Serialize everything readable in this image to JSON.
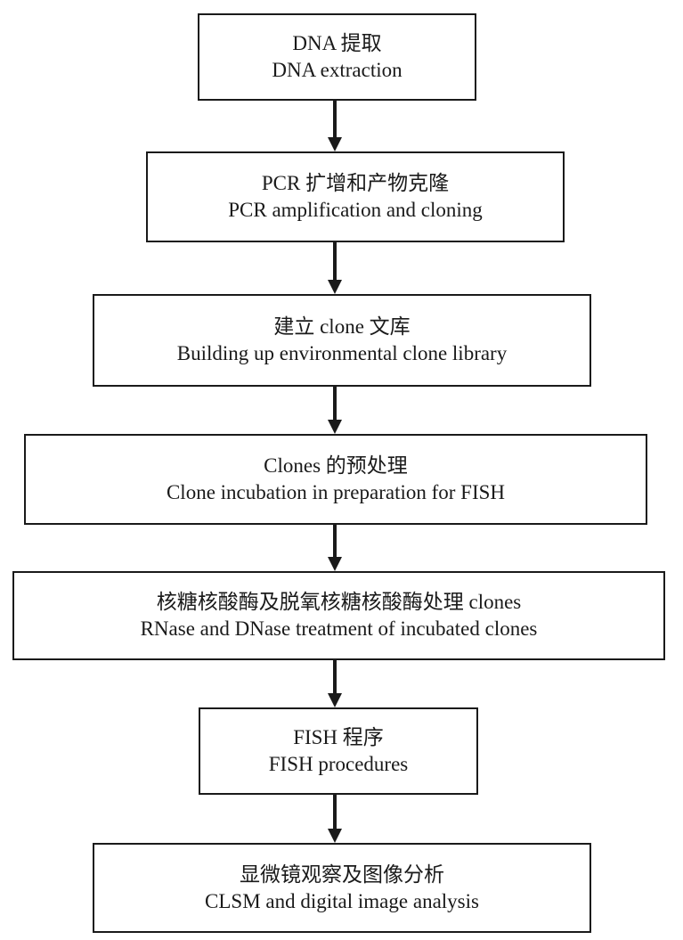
{
  "steps": [
    {
      "cn": "DNA 提取",
      "en": "DNA extraction"
    },
    {
      "cn": "PCR 扩增和产物克隆",
      "en": "PCR amplification and cloning"
    },
    {
      "cn": "建立 clone 文库",
      "en": "Building up environmental clone library"
    },
    {
      "cn": "Clones 的预处理",
      "en": "Clone incubation in preparation for FISH"
    },
    {
      "cn": "核糖核酸酶及脱氧核糖核酸酶处理 clones",
      "en": "RNase and DNase treatment of incubated clones"
    },
    {
      "cn": "FISH 程序",
      "en": "FISH procedures"
    },
    {
      "cn": "显微镜观察及图像分析",
      "en": "CLSM and digital image analysis"
    }
  ],
  "colors": {
    "line": "#1a1a1a",
    "background": "#ffffff"
  }
}
